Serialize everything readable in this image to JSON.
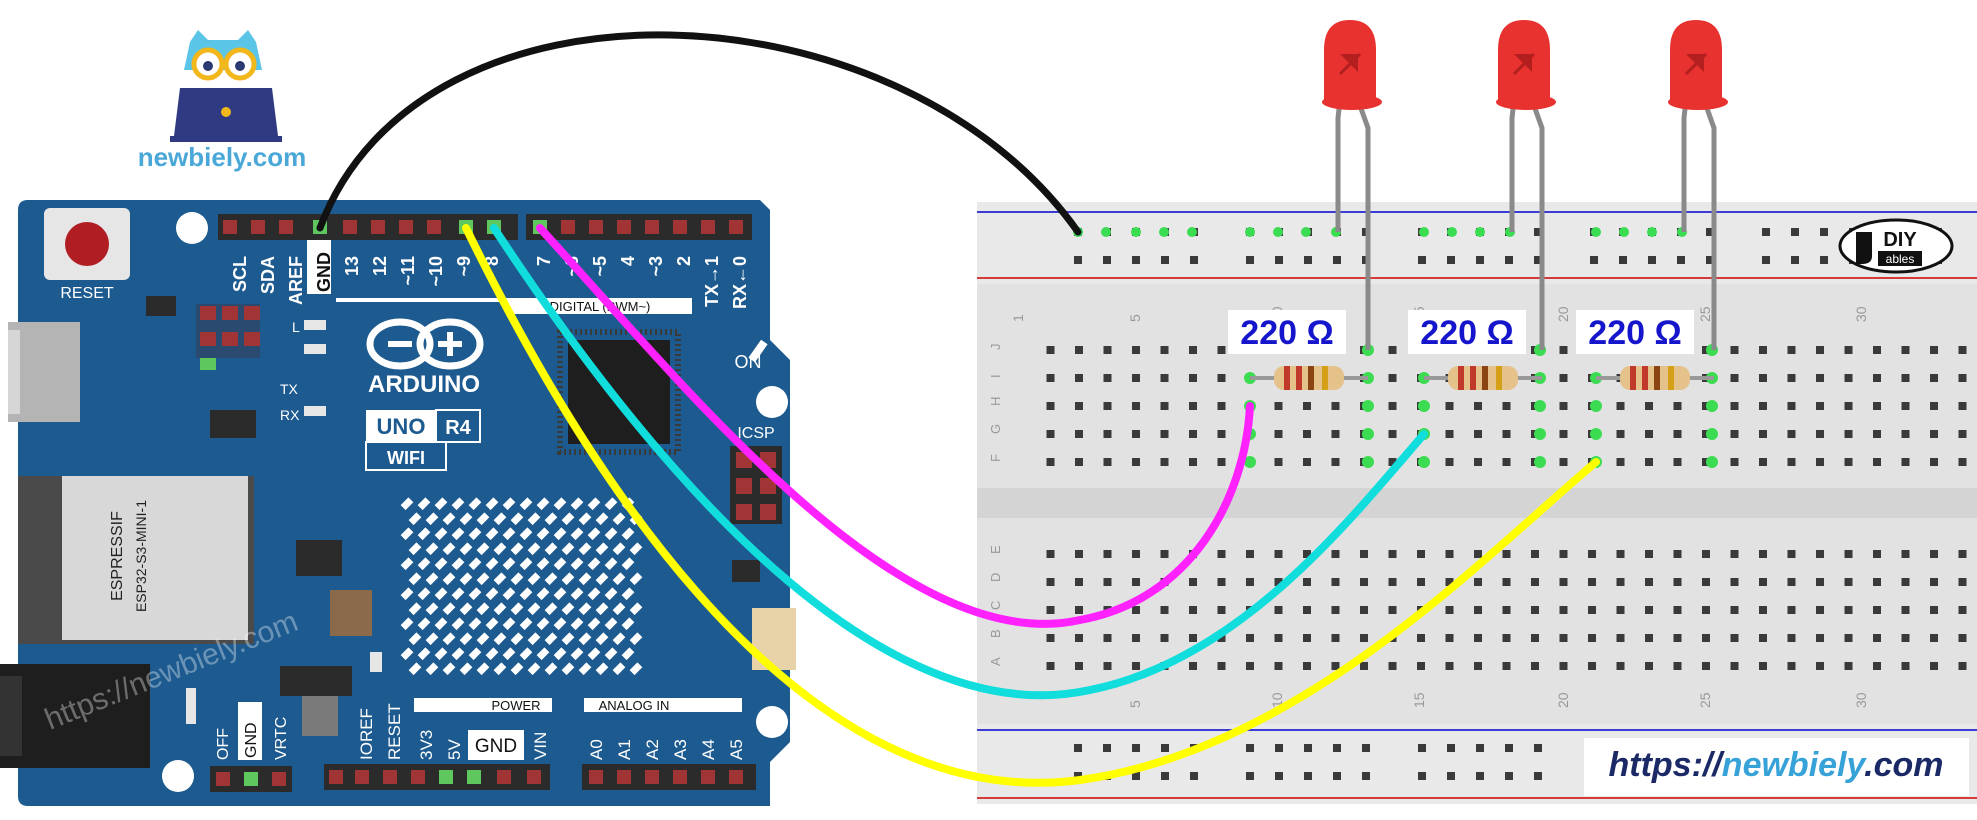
{
  "logo": {
    "text": "newbiely.com"
  },
  "footer": {
    "url_prefix": "https://",
    "url_brand": "newbiely",
    "url_suffix": ".com"
  },
  "watermark": {
    "text": "https://newbiely.com"
  },
  "diy_logo": {
    "main": "DIY",
    "sub": "ables"
  },
  "arduino": {
    "brand": "ARDUINO",
    "model": "UNO",
    "revision": "R4",
    "variant": "WIFI",
    "module_vendor": "ESPRESSIF",
    "module_name": "ESP32-S3-MINI-1",
    "reset_label": "RESET",
    "on_label": "ON",
    "icsp_label": "ICSP",
    "l_label": "L",
    "tx_label": "TX",
    "rx_label": "RX",
    "digital_label": "DIGITAL (PWM~)",
    "power_label": "POWER",
    "analog_label": "ANALOG IN",
    "top_pins": [
      "SCL",
      "SDA",
      "AREF",
      "GND",
      "13",
      "12",
      "~11",
      "~10",
      "~9",
      "8",
      "7",
      "~6",
      "~5",
      "4",
      "~3",
      "2",
      "TX→1",
      "RX←0"
    ],
    "power_pins": [
      "IOREF",
      "RESET",
      "3V3",
      "5V",
      "GND",
      "VIN"
    ],
    "analog_pins": [
      "A0",
      "A1",
      "A2",
      "A3",
      "A4",
      "A5"
    ],
    "misc_pins": [
      "OFF",
      "GND",
      "VRTC"
    ]
  },
  "breadboard": {
    "column_numbers": [
      "1",
      "5",
      "10",
      "15",
      "20",
      "25",
      "30"
    ],
    "row_letters_top": [
      "J",
      "I",
      "H",
      "G",
      "F"
    ],
    "row_letters_bottom": [
      "E",
      "D",
      "C",
      "B",
      "A"
    ]
  },
  "resistors": [
    {
      "label": "220 Ω"
    },
    {
      "label": "220 Ω"
    },
    {
      "label": "220 Ω"
    }
  ],
  "leds": [
    {
      "color": "#e8322f"
    },
    {
      "color": "#e8322f"
    },
    {
      "color": "#e8322f"
    }
  ],
  "wires": [
    {
      "color": "#111111"
    },
    {
      "color": "#ff22ff"
    },
    {
      "color": "#11dddd"
    },
    {
      "color": "#ffff00"
    }
  ]
}
